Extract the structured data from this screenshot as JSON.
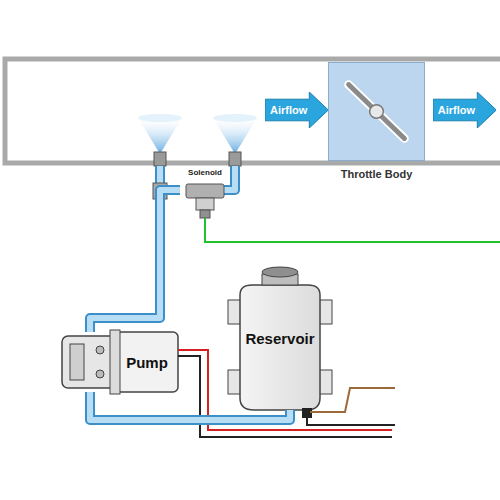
{
  "diagram": {
    "nodes": [
      {
        "text": [
          "Airflow"
        ]
      },
      {
        "text": [
          "Throttle Body"
        ]
      },
      {
        "text": [
          "Airflow"
        ]
      },
      {
        "text": [
          "Solenoid"
        ]
      },
      {
        "text": [
          "Pump"
        ]
      },
      {
        "text": [
          "Reservoir"
        ]
      }
    ],
    "edges": [
      {
        "from": 5,
        "to": 4,
        "arrow": "none"
      },
      {
        "from": 4,
        "to": 3,
        "arrow": "none"
      }
    ]
  }
}
